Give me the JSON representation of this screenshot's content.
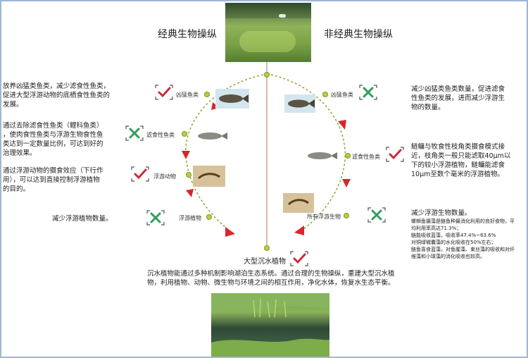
{
  "titles": {
    "left": "经典生物操纵",
    "right": "非经典生物操纵"
  },
  "left_nodes": [
    {
      "label": "凶猛鱼类",
      "mark": "check"
    },
    {
      "label": "滤食性鱼类",
      "mark": "cross"
    },
    {
      "label": "浮游动物",
      "mark": "check"
    },
    {
      "label": "浮游植物",
      "mark": "cross"
    }
  ],
  "right_nodes": [
    {
      "label": "凶猛鱼类",
      "mark": "cross"
    },
    {
      "label": "滤食性鱼类",
      "mark": "check"
    },
    {
      "label": "所有浮游生物",
      "mark": "cross"
    }
  ],
  "left_text": [
    [
      "放养凶猛类鱼类，减少滤食性鱼类，",
      "促进大型浮游动物的底栖食性鱼类的",
      "发展。"
    ],
    [
      "通过去除滤食性鱼类（鲤科鱼类）",
      "，使肉食性鱼类与浮游生物食性鱼",
      "类达到一定数量比例，可达到好的",
      "治理效果。"
    ],
    [
      "通过浮游动物的摄食效应（下行作",
      "用），可以达到直接控制浮游植物",
      "的目的。"
    ],
    [
      "减少浮游植物数量。"
    ]
  ],
  "right_text": [
    [
      "减少凶猛类鱼类数量，促进滤食",
      "性鱼类的发展，进而减少浮游生",
      "物的数量。"
    ],
    [
      "鲢鳙与牧食性枝角类摄食模式接",
      "近，枝角类一般只能滤取40μm以",
      "下的较小浮游植物，鲢鳙能滤食",
      "10μm至数个毫米的浮游植物。"
    ],
    [
      "减少浮游生物数量。"
    ]
  ],
  "right_small_text": [
    "螺蛳鱼摄藻是鲢鱼种最消化利用的良好食物，平",
    "均利用率高达71.3%；",
    "鲢能吸收蓝藻，吸收率47.4%~63.6%",
    "对铜绿微囊藻的水化吸收在50%左右；",
    "鲢鱼喜食蓝藻，对鱼腥藻、束丝藻的吸收和对纤",
    "维藻和小球藻的消化吸收也较高。"
  ],
  "bottom": {
    "label": "大型沉水植物",
    "mark": "check",
    "text": [
      "沉水植物能通过多种机制影响湖泊生态系统。通过合理的生物操纵，重建大型沉水植",
      "物，利用植物、动物、微生物与环境之间的相互作用，净化水体，恢复水生态平衡。"
    ]
  },
  "colors": {
    "check": "#cc2b3b",
    "cross": "#2f9e5a",
    "arrow": "#d9262c",
    "dot": "#b8cf3e",
    "frame": "#9fb7d6"
  },
  "icons": [
    "check-icon",
    "cross-icon",
    "arrow-icon"
  ]
}
